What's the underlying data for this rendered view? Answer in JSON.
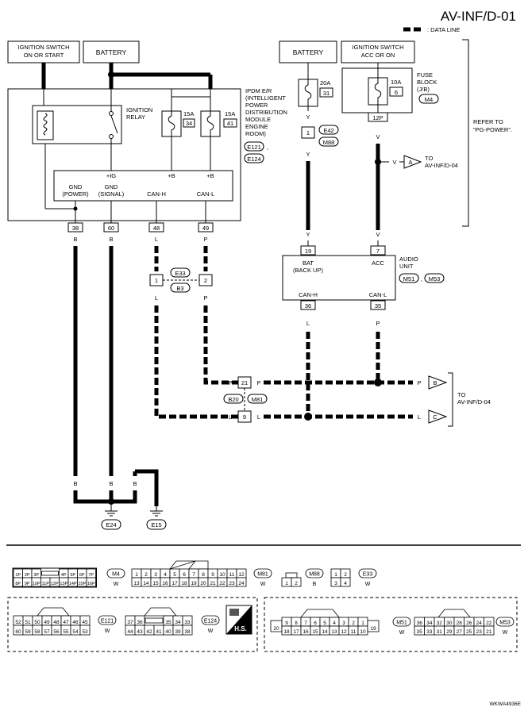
{
  "page": {
    "title": "AV-INF/D-01",
    "legend_text": ": DATA LINE",
    "footer_code": "WKWA4936E"
  },
  "left": {
    "ign_switch": [
      "IGNITION SWITCH",
      "ON OR START"
    ],
    "battery": "BATTERY",
    "ipdm_desc": [
      "IPDM E/R",
      "(INTELLIGENT",
      "POWER",
      "DISTRIBUTION",
      "MODULE",
      "ENGINE",
      "ROOM)"
    ],
    "ipdm_connectors": [
      "E121",
      "E124"
    ],
    "ign_relay": [
      "IGNITION",
      "RELAY"
    ],
    "fuse1": {
      "amp": "15A",
      "no": "34"
    },
    "fuse2": {
      "amp": "15A",
      "no": "41"
    },
    "supply_labels": [
      "+IG",
      "+B",
      "+B"
    ],
    "terminal_names": {
      "gnd_power": [
        "GND",
        "(POWER)"
      ],
      "gnd_signal": [
        "GND",
        "(SIGNAL)"
      ],
      "can_h": "CAN-H",
      "can_l": "CAN-L"
    },
    "terminals": [
      "38",
      "60",
      "48",
      "49"
    ],
    "wire_colors": [
      "B",
      "B",
      "L",
      "P"
    ],
    "joint_connector": {
      "pins": [
        "1",
        "2"
      ],
      "ids": [
        "E33",
        "B3"
      ]
    },
    "joint_colors": [
      "L",
      "P"
    ],
    "ground_wire_colors": [
      "B",
      "B",
      "B",
      "B"
    ],
    "grounds": [
      "E24",
      "E15"
    ]
  },
  "right": {
    "battery": "BATTERY",
    "ign_switch": [
      "IGNITION SWITCH",
      "ACC OR ON"
    ],
    "fuse_a": {
      "amp": "20A",
      "no": "31"
    },
    "fuse_b": {
      "amp": "10A",
      "no": "6"
    },
    "fuse_block": [
      "FUSE",
      "BLOCK",
      "(J/B)"
    ],
    "fuse_block_conn": "M4",
    "conn_12p": "12P",
    "conn_e42": {
      "pin": "1",
      "ids": [
        "E42",
        "M88"
      ]
    },
    "wire_y": "Y",
    "wire_v": "V",
    "to_a": {
      "letter": "A",
      "text": [
        "TO",
        "AV-INF/D-04"
      ]
    },
    "refer": [
      "REFER TO",
      "\"PG-POWER\"."
    ],
    "audio_unit": [
      "AUDIO",
      "UNIT"
    ],
    "audio_conns": [
      "M51",
      "M53"
    ],
    "audio_pins": {
      "bat": [
        "BAT",
        "(BACK UP)"
      ],
      "acc": "ACC",
      "can_h": "CAN-H",
      "can_l": "CAN-L"
    },
    "audio_terms": [
      "19",
      "7",
      "36",
      "35"
    ],
    "wire_labels_lower": [
      "L",
      "P"
    ],
    "b20": {
      "pins": [
        "21",
        "9"
      ],
      "ids": [
        "B20",
        "M81"
      ]
    },
    "line_colors": [
      "P",
      "L"
    ],
    "to_bc": {
      "letters": [
        "B",
        "C"
      ],
      "text": [
        "TO",
        "AV-INF/D-04"
      ]
    }
  },
  "connector_views": {
    "m4": {
      "top": [
        "1P",
        "2P",
        "3P",
        "4P",
        "5P",
        "6P",
        "7P"
      ],
      "bottom": [
        "8P",
        "9P",
        "10P",
        "11P",
        "12P",
        "13P",
        "14P",
        "15P",
        "16P"
      ],
      "id": "M4",
      "color": "W"
    },
    "m81": {
      "top": [
        "1",
        "2",
        "3",
        "4",
        "5",
        "6",
        "7",
        "8",
        "9",
        "10",
        "11",
        "12"
      ],
      "bottom": [
        "13",
        "14",
        "15",
        "16",
        "17",
        "18",
        "19",
        "20",
        "21",
        "22",
        "23",
        "24"
      ],
      "id": "M81",
      "color": "W"
    },
    "m88": {
      "pins": [
        "1",
        "2"
      ],
      "id": "M88",
      "color": "B"
    },
    "e33": {
      "pins": [
        "1",
        "2",
        "3",
        "4"
      ],
      "id": "E33",
      "color": "W"
    },
    "e121": {
      "top": [
        "52",
        "51",
        "50",
        "49",
        "48",
        "47",
        "46",
        "45"
      ],
      "bottom": [
        "60",
        "59",
        "58",
        "57",
        "56",
        "55",
        "54",
        "53"
      ],
      "id": "E121",
      "color": "W"
    },
    "e124": {
      "top": [
        "37",
        "36",
        "35",
        "34",
        "33"
      ],
      "bottom": [
        "44",
        "43",
        "42",
        "41",
        "40",
        "39",
        "38"
      ],
      "id": "E124",
      "color": "W"
    },
    "hs_badge": "H.S.",
    "m51": {
      "left": "20",
      "top": [
        "9",
        "8",
        "7",
        "6",
        "5",
        "4",
        "3",
        "2",
        "1"
      ],
      "bottom": [
        "18",
        "17",
        "16",
        "15",
        "14",
        "13",
        "12",
        "11",
        "10"
      ],
      "right": "19",
      "id": "M51",
      "color": "W"
    },
    "m53": {
      "top": [
        "36",
        "34",
        "32",
        "30",
        "28",
        "26",
        "24",
        "22"
      ],
      "bottom": [
        "35",
        "33",
        "31",
        "29",
        "27",
        "25",
        "23",
        "21"
      ],
      "id": "M53",
      "color": "W"
    }
  }
}
